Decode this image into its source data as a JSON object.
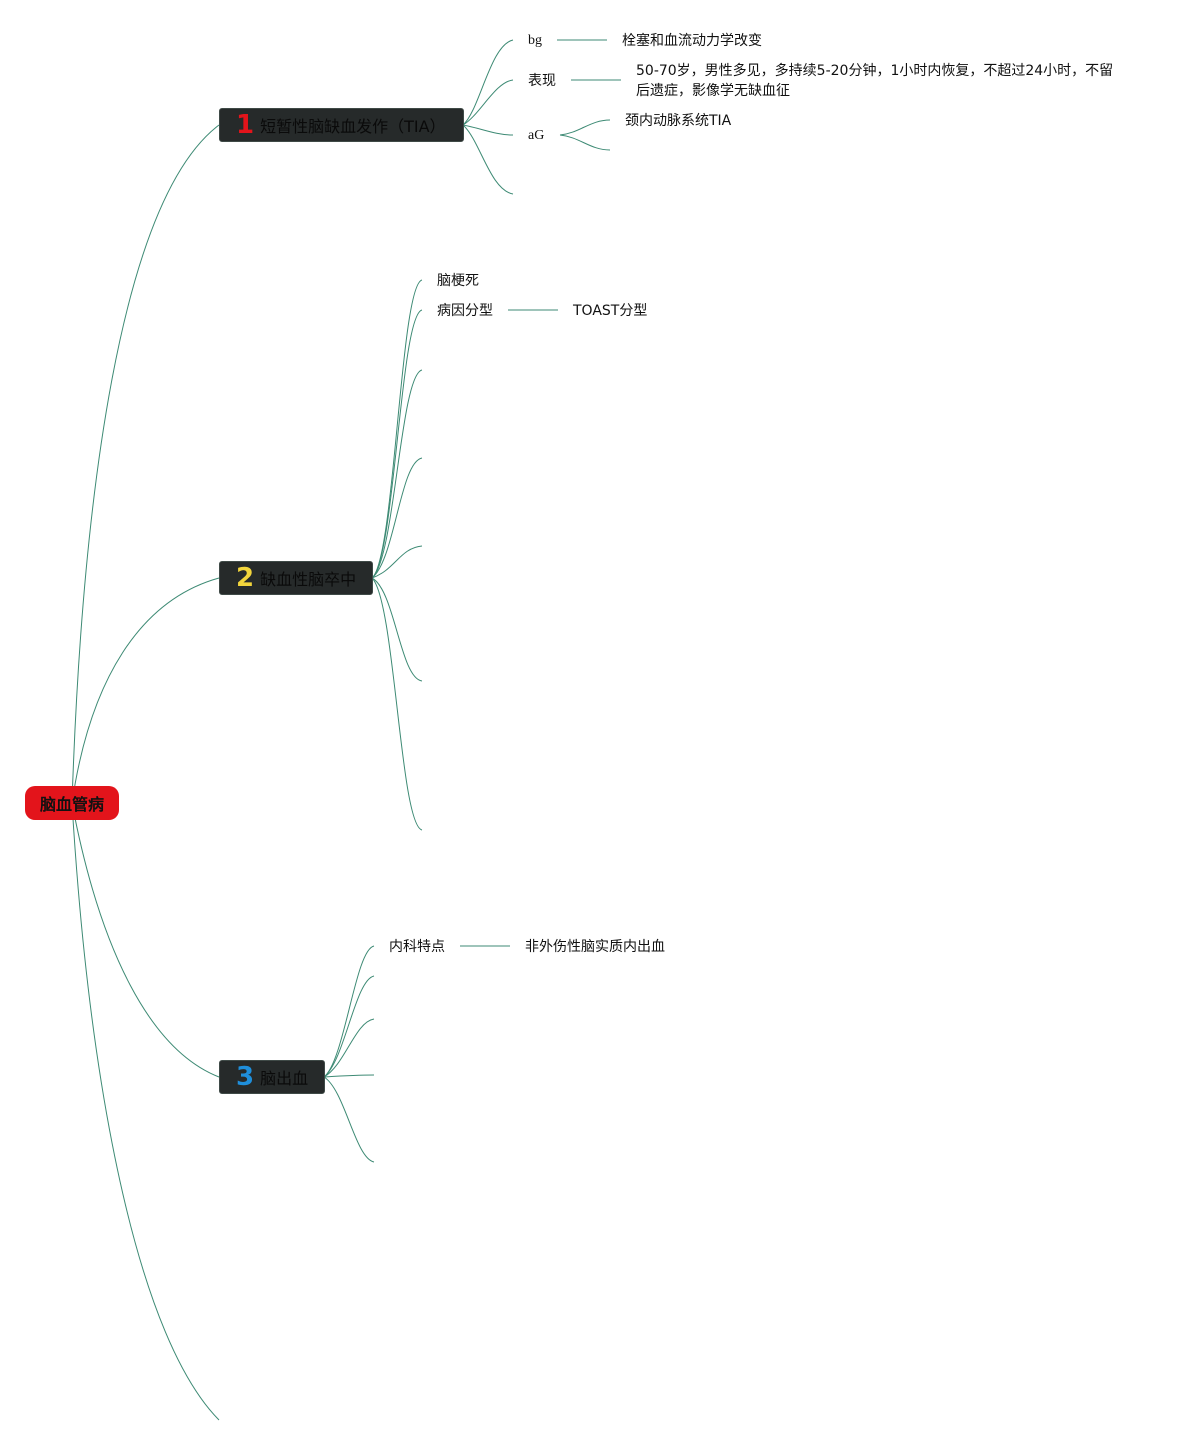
{
  "colors": {
    "root_fill": "#e3141b",
    "branch_fill": "#262a2a",
    "connector": "#3d8a74",
    "num_1": "#e3141b",
    "num_2": "#f2d53c",
    "num_3": "#1f8fdb"
  },
  "root": {
    "label": "脑血管病"
  },
  "branches": [
    {
      "number": "1",
      "label": "短暂性脑缺血发作（TIA）",
      "children": [
        {
          "label": "bg",
          "detail": "栓塞和血流动力学改变"
        },
        {
          "label": "表现",
          "detail": "50-70岁，男性多见，多持续5-20分钟，1小时内恢复，不超过24小时，不留后遗症，影像学无缺血征"
        },
        {
          "label": "aG",
          "detail": "颈内动脉系统TIA"
        }
      ]
    },
    {
      "number": "2",
      "label": "缺血性脑卒中",
      "children": [
        {
          "label": "脑梗死"
        },
        {
          "label": "病因分型",
          "detail": "TOAST分型"
        }
      ]
    },
    {
      "number": "3",
      "label": "脑出血",
      "children": [
        {
          "label": "内科特点",
          "detail": "非外伤性脑实质内出血"
        }
      ]
    }
  ]
}
